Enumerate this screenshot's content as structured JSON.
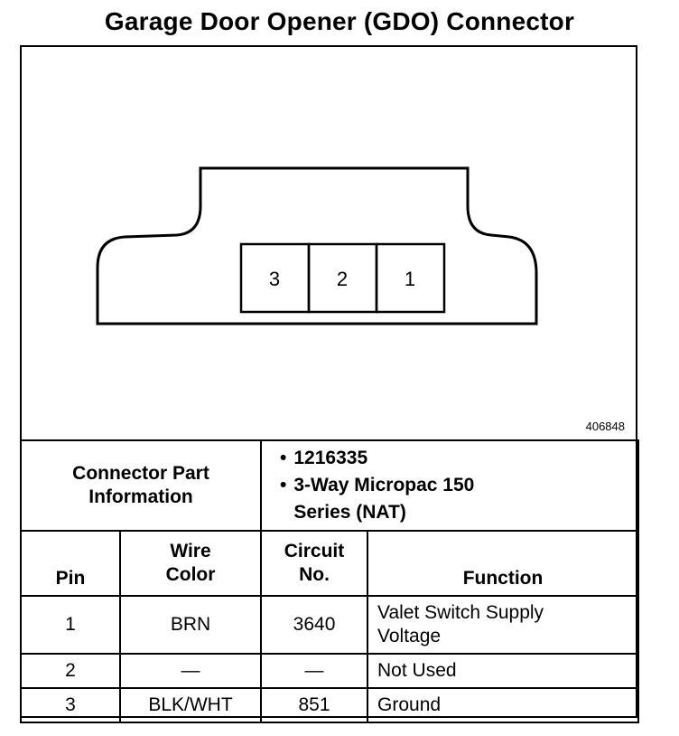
{
  "title": "Garage Door Opener (GDO) Connector",
  "figure_id": "406848",
  "connector_pins": [
    "3",
    "2",
    "1"
  ],
  "part_info": {
    "label": "Connector Part Information",
    "items": [
      "1216335",
      "3-Way Micropac 150 Series (NAT)"
    ]
  },
  "table": {
    "headers": {
      "pin": "Pin",
      "wire_color": "Wire Color",
      "circuit": "Circuit No.",
      "function": "Function"
    },
    "rows": [
      {
        "pin": "1",
        "wire_color": "BRN",
        "circuit": "3640",
        "function": "Valet Switch Supply Voltage"
      },
      {
        "pin": "2",
        "wire_color": "—",
        "circuit": "—",
        "function": "Not Used"
      },
      {
        "pin": "3",
        "wire_color": "BLK/WHT",
        "circuit": "851",
        "function": "Ground"
      }
    ]
  }
}
